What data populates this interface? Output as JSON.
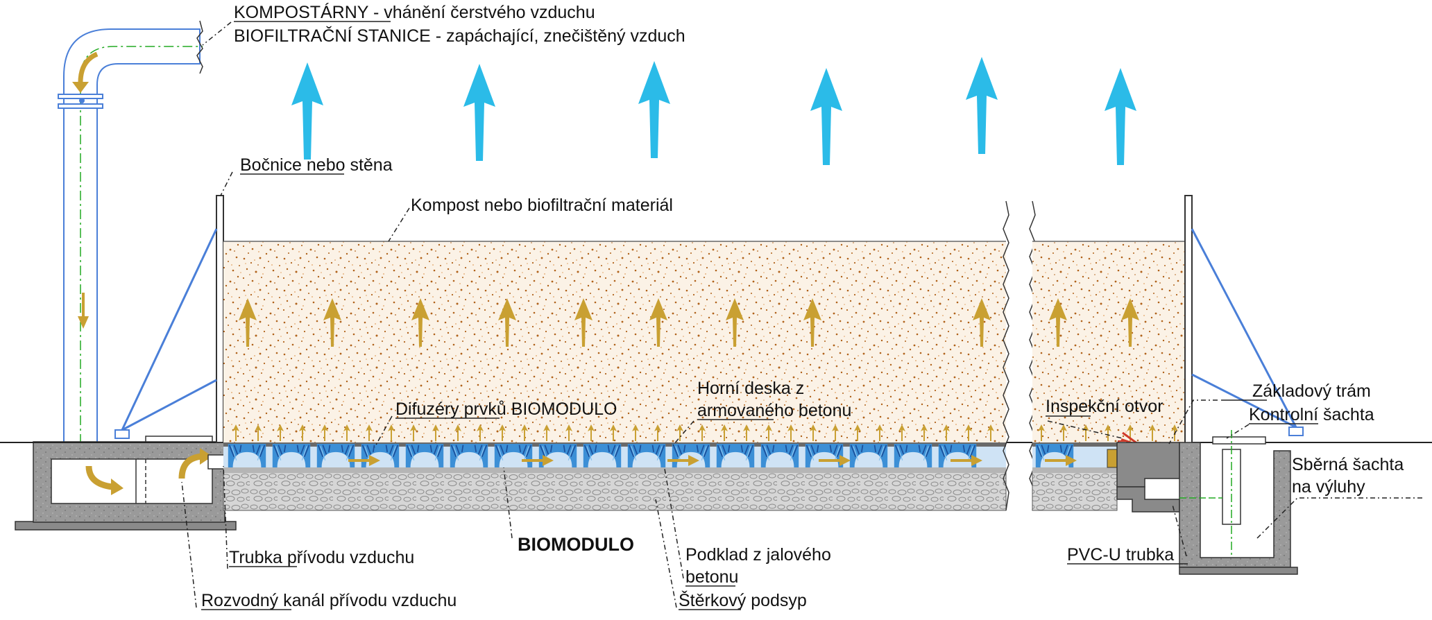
{
  "colors": {
    "air_arrow": "#2bbbe8",
    "flow_arrow": "#c9a032",
    "compost_fill": "#fbf2e6",
    "compost_speck": "#b0621a",
    "diffuser": "#3c8fd6",
    "concrete": "#9a9a9a",
    "gravel": "#d6d6d6",
    "wall": "#3c3c3c",
    "duct_line": "#4a7fd8",
    "axis": "#22aa22",
    "inspection": "#d03a2a"
  },
  "labels": {
    "kompostarny": "KOMPOSTÁRNY",
    "kompostarny_desc": " - vhánění čerstvého vzduchu",
    "biofiltracni": "BIOFILTRAČNÍ STANICE",
    "biofiltracni_desc": " - zapáchající, znečištěný vzduch",
    "bocnice": "Bočnice nebo stěna",
    "kompost": "Kompost nebo biofiltrační materiál",
    "difuzery": "Difuzéry prvků BIOMODULO",
    "horni_deska_1": "Horní deska z",
    "horni_deska_2": "armovaného betonu",
    "inspekcni": "Inspekční otvor",
    "zakladovy": "Základový trám",
    "kontrolni": "Kontrolní šachta",
    "sberna_1": "Sběrná šachta",
    "sberna_2": "na výluhy",
    "trubka": "Trubka přívodu vzduchu",
    "biomodulo": "BIOMODULO",
    "podklad_1": "Podklad z jalového",
    "podklad_2": "betonu",
    "sterkovy": "Štěrkový podsyp",
    "pvc": "PVC-U trubka",
    "rozvodny": "Rozvodný kanál přívodu vzduchu"
  }
}
